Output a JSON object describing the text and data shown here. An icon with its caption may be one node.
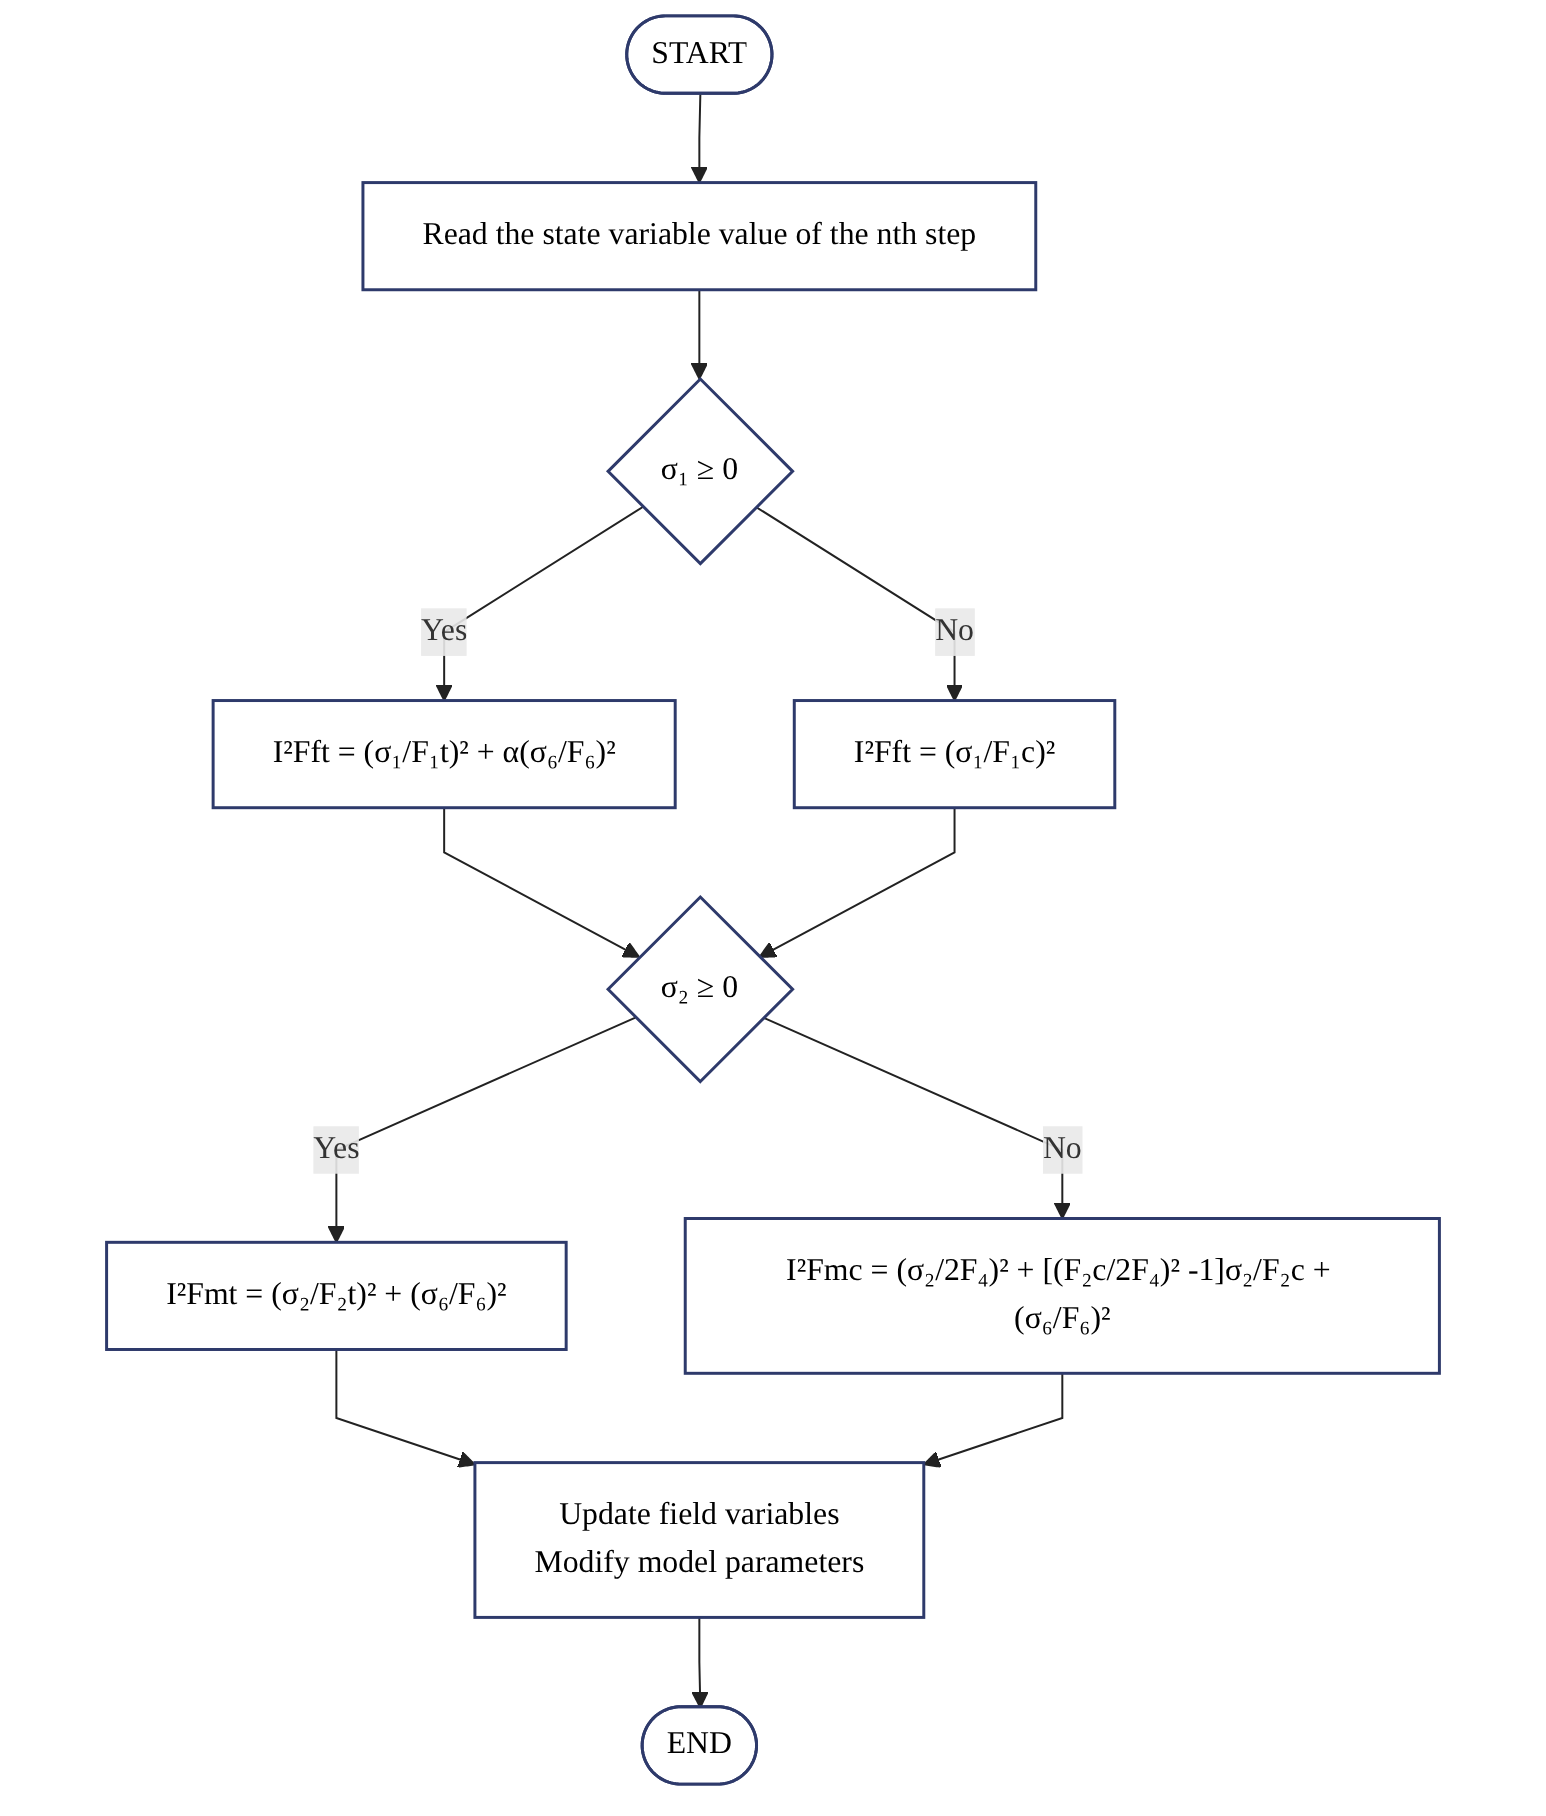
{
  "diagram": {
    "nodes": [
      {
        "text": [
          "START"
        ]
      },
      {
        "text": [
          "Read the state variable value of the nth step"
        ]
      },
      {
        "text": [
          "σ₁ ≥ 0"
        ]
      },
      {
        "text": [
          "I²Fft = (σ₁/F₁t)² + α(σ₆/F₆)²"
        ]
      },
      {
        "text": [
          "I²Fft = (σ₁/F₁c)²"
        ]
      },
      {
        "text": [
          "σ₂ ≥ 0"
        ]
      },
      {
        "text": [
          "I²Fmt = (σ₂/F₂t)² + (σ₆/F₆)²"
        ]
      },
      {
        "text": [
          "I²Fmc = (σ₂/2F₄)² + [(F₂c/2F₄)² -1]σ₂/F₂c + (σ₆/F₆)²"
        ]
      },
      {
        "text": [
          "Update field variables",
          "Modify model parameters"
        ]
      },
      {
        "text": [
          "END"
        ]
      }
    ],
    "edges": [
      {
        "from": 0,
        "to": 1,
        "arrow": "to"
      },
      {
        "from": 1,
        "to": 2,
        "arrow": "to"
      },
      {
        "from": 2,
        "to": 3,
        "arrow": "to",
        "label": "Yes"
      },
      {
        "from": 2,
        "to": 4,
        "arrow": "to",
        "label": "No"
      },
      {
        "from": 3,
        "to": 5,
        "arrow": "to"
      },
      {
        "from": 4,
        "to": 5,
        "arrow": "to"
      },
      {
        "from": 5,
        "to": 6,
        "arrow": "to",
        "label": "Yes"
      },
      {
        "from": 5,
        "to": 7,
        "arrow": "to",
        "label": "No"
      },
      {
        "from": 6,
        "to": 8,
        "arrow": "to"
      },
      {
        "from": 7,
        "to": 8,
        "arrow": "to"
      },
      {
        "from": 8,
        "to": 9,
        "arrow": "to"
      }
    ]
  }
}
